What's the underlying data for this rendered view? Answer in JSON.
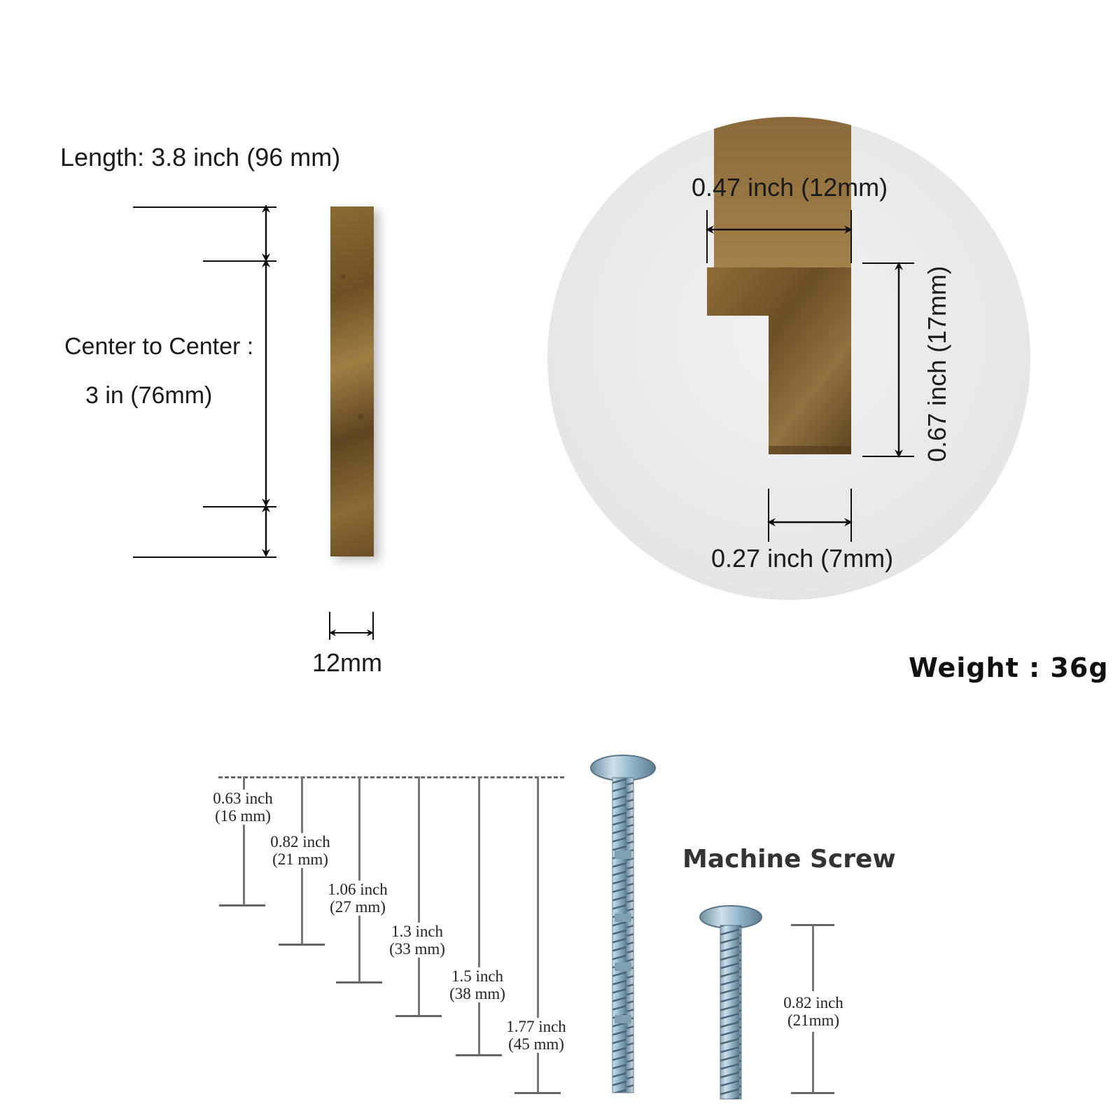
{
  "handle_front": {
    "length_label": "Length: 3.8 inch (96 mm)",
    "center_label_line1": "Center to Center :",
    "center_label_line2": "3 in (76mm)",
    "width_label": "12mm"
  },
  "profile": {
    "top_width_label": "0.47 inch (12mm)",
    "height_label": "0.67 inch (17mm)",
    "bottom_width_label": "0.27 inch (7mm)"
  },
  "weight_label": "Weight : 36g",
  "screws": {
    "title": "Machine Screw",
    "lengths": [
      {
        "inch": "0.63 inch",
        "mm": "(16 mm)"
      },
      {
        "inch": "0.82 inch",
        "mm": "(21 mm)"
      },
      {
        "inch": "1.06 inch",
        "mm": "(27 mm)"
      },
      {
        "inch": "1.3 inch",
        "mm": "(33 mm)"
      },
      {
        "inch": "1.5 inch",
        "mm": "(38 mm)"
      },
      {
        "inch": "1.77 inch",
        "mm": "(45 mm)"
      }
    ],
    "short_screw": {
      "inch": "0.82 inch",
      "mm": "(21mm)"
    }
  },
  "colors": {
    "bronze": "#7d5e2e",
    "circle_bg": "#ececec",
    "screw_blue": "#8fb3c9"
  }
}
